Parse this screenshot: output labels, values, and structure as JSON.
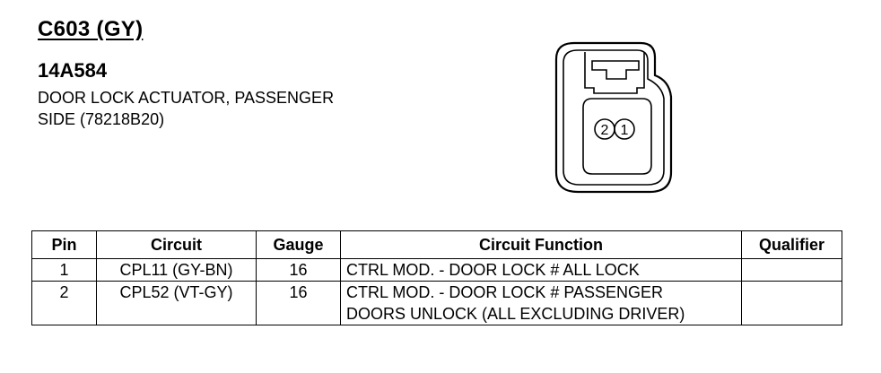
{
  "header": {
    "connector_id": "C603 (GY)",
    "part_number": "14A584",
    "description_lines": [
      "DOOR LOCK ACTUATOR, PASSENGER",
      "SIDE (78218B20)"
    ]
  },
  "connector_diagram": {
    "pin_labels": [
      "2",
      "1"
    ]
  },
  "table": {
    "headers": [
      "Pin",
      "Circuit",
      "Gauge",
      "Circuit Function",
      "Qualifier"
    ],
    "rows": [
      {
        "pin": "1",
        "circuit": "CPL11 (GY-BN)",
        "gauge": "16",
        "function_lines": [
          "CTRL MOD. - DOOR LOCK # ALL LOCK"
        ],
        "qualifier": ""
      },
      {
        "pin": "2",
        "circuit": "CPL52 (VT-GY)",
        "gauge": "16",
        "function_lines": [
          "CTRL MOD. - DOOR LOCK # PASSENGER",
          "DOORS UNLOCK (ALL EXCLUDING DRIVER)"
        ],
        "qualifier": ""
      }
    ]
  }
}
